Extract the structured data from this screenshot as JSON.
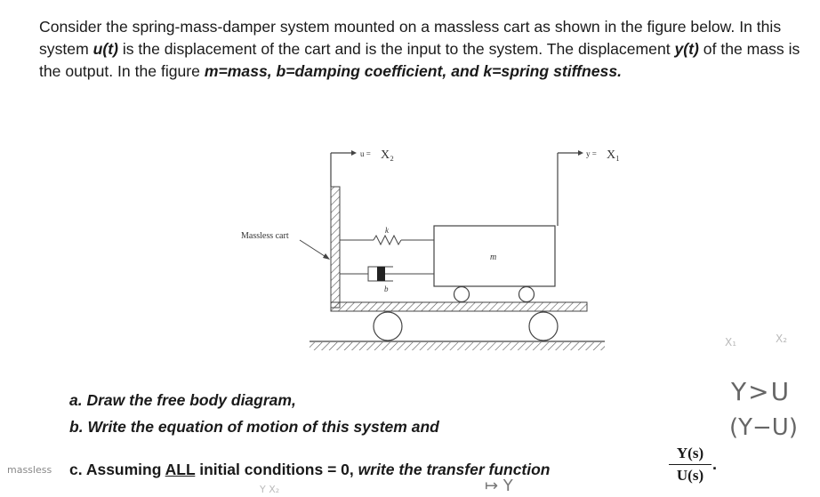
{
  "intro": {
    "part1": "Consider the spring-mass-damper system mounted on a massless cart as shown in the figure below.  In this system ",
    "u": "u(t)",
    "part2": " is the displacement of the cart and is the input to the system. The displacement ",
    "y": "y(t)",
    "part3": "  of the mass is the output. In the figure ",
    "defs": "m=mass, b=damping coefficient, and k=spring stiffness."
  },
  "figure": {
    "cart_label": "Massless cart",
    "u_label": "u =",
    "u_hand": "X₂",
    "y_label": "y =",
    "y_hand": "X₁",
    "k": "k",
    "b": "b",
    "m": "m"
  },
  "questions": [
    {
      "label": "a.",
      "text": "Draw the free body diagram,"
    },
    {
      "label": "b.",
      "text": "Write the equation of motion of this system and"
    },
    {
      "label": "c.",
      "pre": "Assuming ",
      "all": "ALL",
      "post": " initial conditions = 0, ",
      "post2": "write the transfer function"
    }
  ],
  "transfer_function": {
    "numerator": "Y(s)",
    "denominator": "U(s)"
  },
  "handwriting": {
    "ineq": "Y>U",
    "diff": "(Y−U)",
    "x1_faint": "X₁",
    "x2_faint": "X₂",
    "massless": "massless",
    "bottom_left": "Y   X₂",
    "bottom_arrow": "↦ Y"
  }
}
